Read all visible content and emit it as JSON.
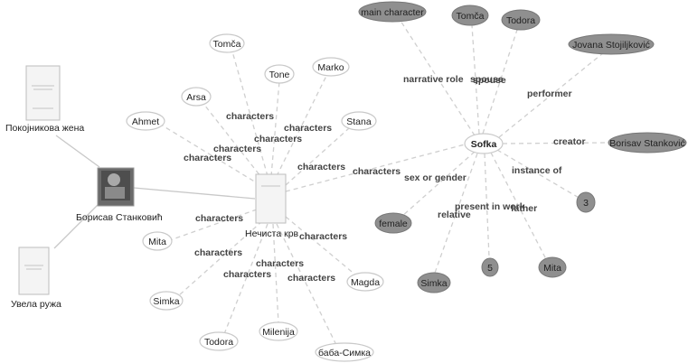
{
  "book": {
    "title": "Нечиста крв"
  },
  "author": {
    "name": "Борисав Станковић"
  },
  "other_works": [
    {
      "id": "pokojnikova",
      "title": "Покојникова жена"
    },
    {
      "id": "uvela",
      "title": "Увела ружа"
    }
  ],
  "book_characters": [
    {
      "id": "ahmet",
      "name": "Ahmet",
      "edge_label": "characters"
    },
    {
      "id": "arsa",
      "name": "Arsa",
      "edge_label": "characters"
    },
    {
      "id": "tomca",
      "name": "Tomča",
      "edge_label": "characters"
    },
    {
      "id": "tone",
      "name": "Tone",
      "edge_label": "characters"
    },
    {
      "id": "marko",
      "name": "Marko",
      "edge_label": "characters"
    },
    {
      "id": "stana",
      "name": "Stana",
      "edge_label": "characters"
    },
    {
      "id": "mita",
      "name": "Mita",
      "edge_label": "characters"
    },
    {
      "id": "simka",
      "name": "Simka",
      "edge_label": "characters"
    },
    {
      "id": "todora",
      "name": "Todora",
      "edge_label": "characters"
    },
    {
      "id": "milenija",
      "name": "Milenija",
      "edge_label": "characters"
    },
    {
      "id": "baba",
      "name": "баба-Симка",
      "edge_label": "characters"
    },
    {
      "id": "magda",
      "name": "Magda",
      "edge_label": "characters"
    }
  ],
  "sofka": {
    "name": "Sofka",
    "edge_label": "characters"
  },
  "sofka_relations": [
    {
      "id": "main_character",
      "value": "main character",
      "edge_label": "narrative role"
    },
    {
      "id": "r_tomca",
      "value": "Tomča",
      "edge_label": "spouse"
    },
    {
      "id": "r_todora",
      "value": "Todora",
      "edge_label": "spouse"
    },
    {
      "id": "jovana",
      "value": "Jovana Stojiljković",
      "edge_label": "performer"
    },
    {
      "id": "borisav",
      "value": "Borisav Stanković",
      "edge_label": "creator"
    },
    {
      "id": "three",
      "value": "3",
      "edge_label": "instance of"
    },
    {
      "id": "female",
      "value": "female",
      "edge_label": "sex or gender"
    },
    {
      "id": "r_simka",
      "value": "Simka",
      "edge_label": "relative"
    },
    {
      "id": "five",
      "value": "5",
      "edge_label": "present in work"
    },
    {
      "id": "r_mita",
      "value": "Mita",
      "edge_label": "father"
    }
  ],
  "colors": {
    "edge": "#cfcfcf",
    "literal_node": "#8f8f8f",
    "entity_node": "#ffffff"
  }
}
